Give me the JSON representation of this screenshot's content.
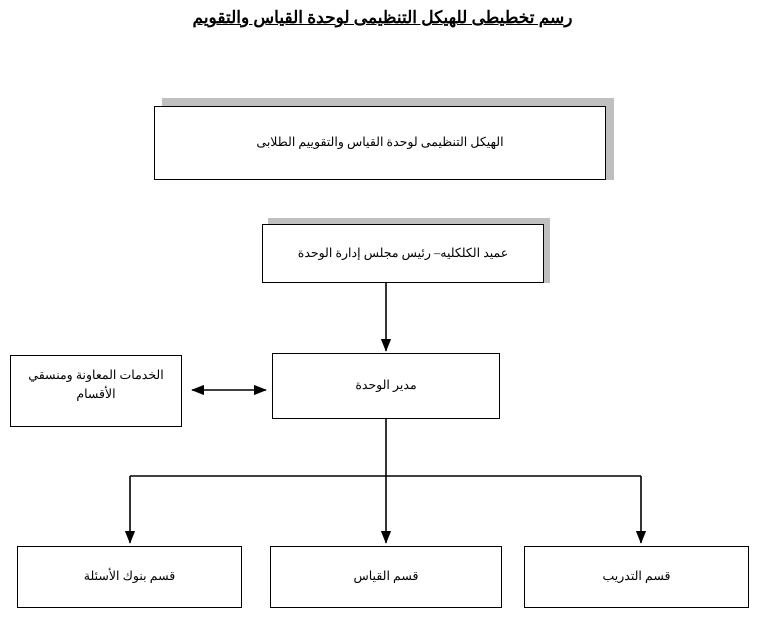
{
  "page": {
    "title": "رسم تخطيطى للهيكل التنظيمى لوحدة القياس والتقويم",
    "background": "#ffffff",
    "shadow_color": "#bfbfbf",
    "line_color": "#000000"
  },
  "chart_data": {
    "type": "diagram",
    "title": "رسم تخطيطى للهيكل التنظيمى لوحدة القياس والتقويم",
    "nodes": [
      {
        "id": "header",
        "label": "الهيكل التنظيمى لوحدة القياس والتقوييم الطلابى"
      },
      {
        "id": "dean",
        "label": "عميد الكلكليه– رئيس  مجلس إدارة الوحدة"
      },
      {
        "id": "manager",
        "label": "مدير الوحدة"
      },
      {
        "id": "support",
        "label_line1": "الخدمات المعاونة ومنسقي",
        "label_line2": "الأقسام"
      },
      {
        "id": "question-bank",
        "label": "قسم بنوك الأسئلة"
      },
      {
        "id": "measurement",
        "label": "قسم القياس"
      },
      {
        "id": "training",
        "label": "قسم التدريب"
      }
    ],
    "edges": [
      {
        "from": "dean",
        "to": "manager",
        "type": "arrow-down"
      },
      {
        "from": "support",
        "to": "manager",
        "type": "double-arrow-horizontal"
      },
      {
        "from": "manager",
        "to": "question-bank",
        "type": "arrow-down-branch"
      },
      {
        "from": "manager",
        "to": "measurement",
        "type": "arrow-down-branch"
      },
      {
        "from": "manager",
        "to": "training",
        "type": "arrow-down-branch"
      }
    ]
  }
}
